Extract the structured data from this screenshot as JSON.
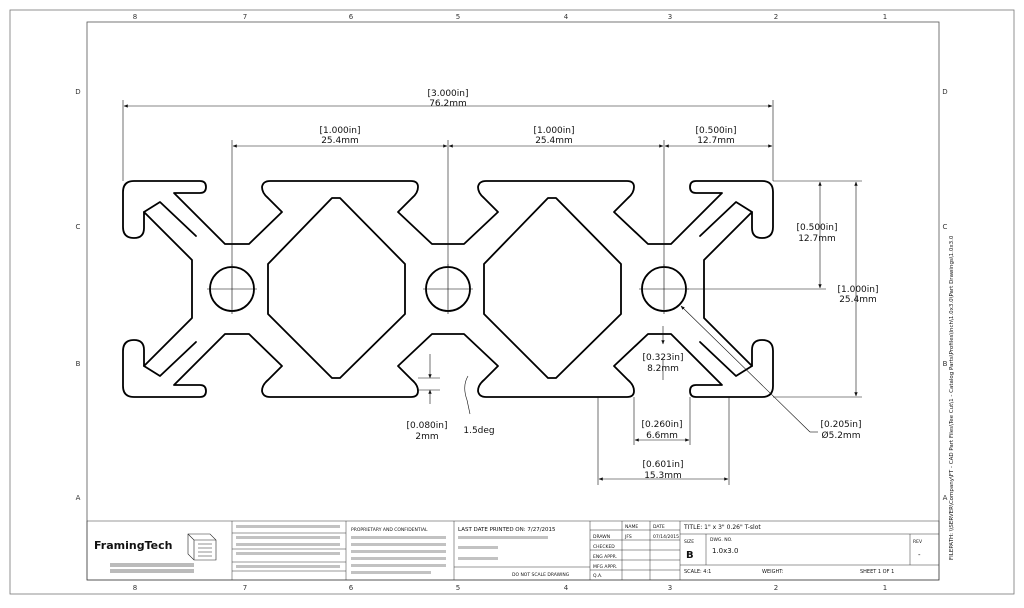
{
  "zones": {
    "top": [
      "8",
      "7",
      "6",
      "5",
      "4",
      "3",
      "2",
      "1"
    ],
    "bottom": [
      "8",
      "7",
      "6",
      "5",
      "4",
      "3",
      "2",
      "1"
    ],
    "side": [
      "D",
      "C",
      "B",
      "A"
    ]
  },
  "dimensions": {
    "overall_width": {
      "inch": "[3.000in]",
      "mm": "76.2mm"
    },
    "pitch_left": {
      "inch": "[1.000in]",
      "mm": "25.4mm"
    },
    "pitch_right": {
      "inch": "[1.000in]",
      "mm": "25.4mm"
    },
    "edge_to_center": {
      "inch": "[0.500in]",
      "mm": "12.7mm"
    },
    "half_height": {
      "inch": "[0.500in]",
      "mm": "12.7mm"
    },
    "height": {
      "inch": "[1.000in]",
      "mm": "25.4mm"
    },
    "slot_depth": {
      "inch": "[0.323in]",
      "mm": "8.2mm"
    },
    "slot_opening": {
      "inch": "[0.260in]",
      "mm": "6.6mm"
    },
    "slot_width": {
      "inch": "[0.601in]",
      "mm": "15.3mm"
    },
    "wall": {
      "inch": "[0.080in]",
      "mm": "2mm"
    },
    "draft_angle": "1.5deg",
    "bore": {
      "inch": "[0.205in]",
      "mm": "Ø5.2mm"
    }
  },
  "title_block": {
    "company": "FramingTech",
    "proprietary": "PROPRIETARY AND CONFIDENTIAL",
    "last_printed": "LAST DATE PRINTED ON: 7/27/2015",
    "scale_note": "DO NOT SCALE DRAWING",
    "drawn_label": "DRAWN",
    "name_header": "NAME",
    "date_header": "DATE",
    "drawn_by": "JFS",
    "drawn_date": "07/14/2015",
    "checked_label": "CHECKED",
    "eng_appr_label": "ENG APPR.",
    "mfg_appr_label": "MFG APPR.",
    "qa_label": "Q.A.",
    "title": "TITLE: 1\" x 3\" 0.26\" T-slot",
    "size_label": "SIZE",
    "size": "B",
    "dwg_no_label": "DWG. NO.",
    "dwg_no": "1.0x3.0",
    "rev_label": "REV",
    "rev": "-",
    "scale": "SCALE: 4:1",
    "weight_label": "WEIGHT:",
    "sheet": "SHEET 1 OF 1",
    "file_path": "FILEPATH: \\\\SERVER\\Company\\FT - CAD Part Files\\Tee Cut\\1 - Catalog Parts\\Profiles\\Inch\\1.0x3.0\\Part Drawings\\1.0x3.0"
  }
}
